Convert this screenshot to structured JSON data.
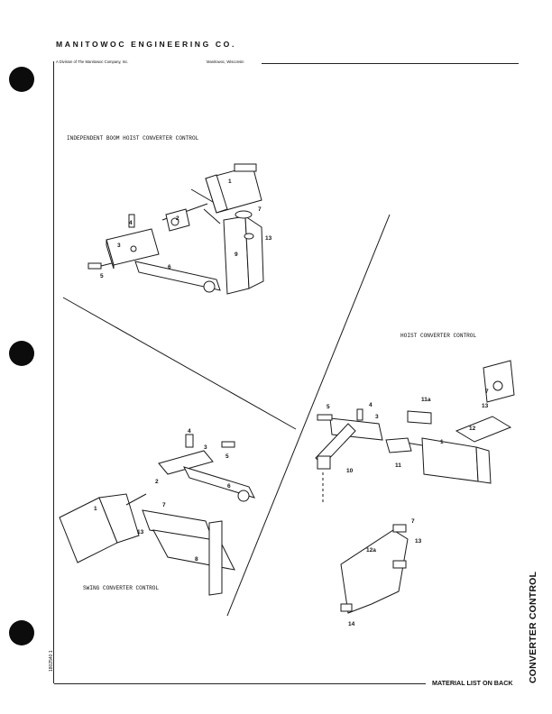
{
  "header": {
    "company": "MANITOWOC ENGINEERING CO.",
    "division": "A Division of The Manitowoc Company, Inc.",
    "location": "Manitowoc, Wisconsin"
  },
  "sections": {
    "independent_boom": "INDEPENDENT BOOM HOIST CONVERTER CONTROL",
    "hoist": "HOIST CONVERTER CONTROL",
    "swing": "SWING CONVERTER CONTROL"
  },
  "callouts": {
    "independent_boom": [
      "1",
      "2",
      "3",
      "4",
      "5",
      "6",
      "7",
      "9",
      "13"
    ],
    "hoist": [
      "1",
      "3",
      "4",
      "5",
      "7",
      "10",
      "11",
      "11a",
      "12",
      "13"
    ],
    "swing": [
      "1",
      "2",
      "3",
      "4",
      "5",
      "6",
      "7",
      "8",
      "13"
    ],
    "hoist_alt": [
      "7",
      "12a",
      "13",
      "14"
    ]
  },
  "footer": {
    "material_list": "MATERIAL LIST ON BACK",
    "side_title": "CONVERTER CONTROL",
    "doc_number": "1802540 1"
  }
}
